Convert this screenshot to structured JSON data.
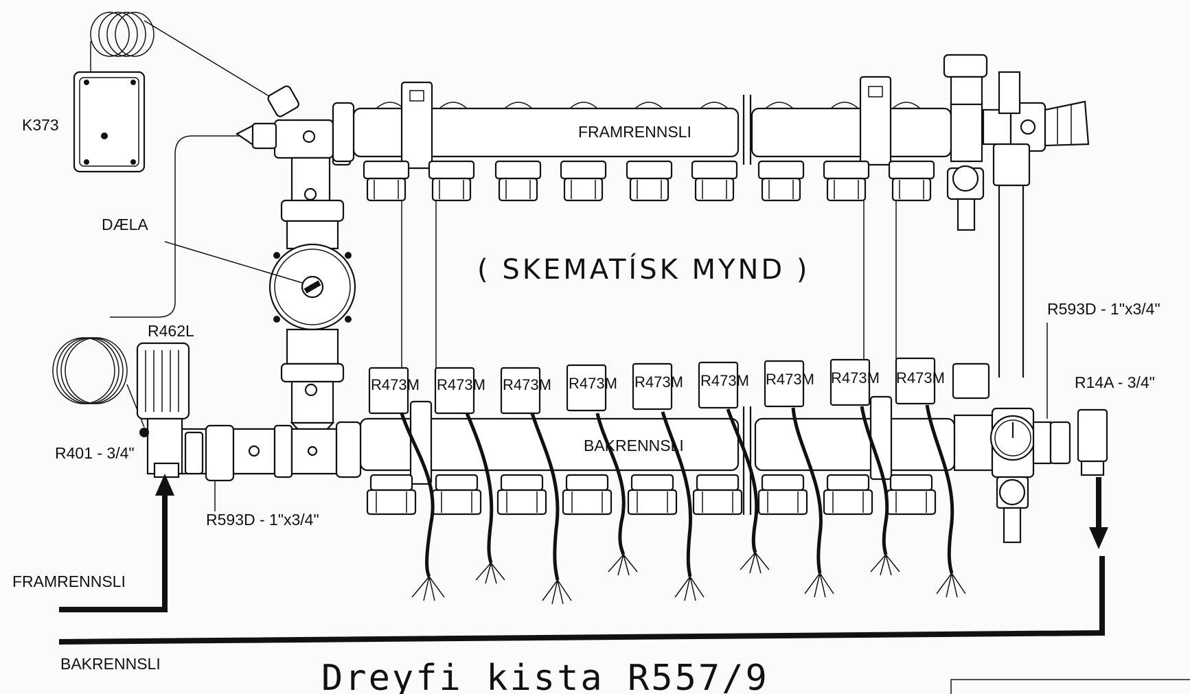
{
  "title": "Dreyfi kista R557/9",
  "subtitle": "( SKEMATÍSK MYND )",
  "labels": {
    "k373": "K373",
    "daela": "DÆLA",
    "r462l": "R462L",
    "r401": "R401 - 3/4\"",
    "r593d_left": "R593D - 1\"x3/4\"",
    "r593d_right": "R593D - 1\"x3/4\"",
    "r14a": "R14A - 3/4\"",
    "supply_manifold": "FRAMRENNSLI",
    "return_manifold": "BAKRENNSLI",
    "supply_line": "FRAMRENNSLI",
    "return_line": "BAKRENNSLI"
  },
  "actuators": [
    "R473M",
    "R473M",
    "R473M",
    "R473M",
    "R473M",
    "R473M",
    "R473M",
    "R473M",
    "R473M"
  ]
}
